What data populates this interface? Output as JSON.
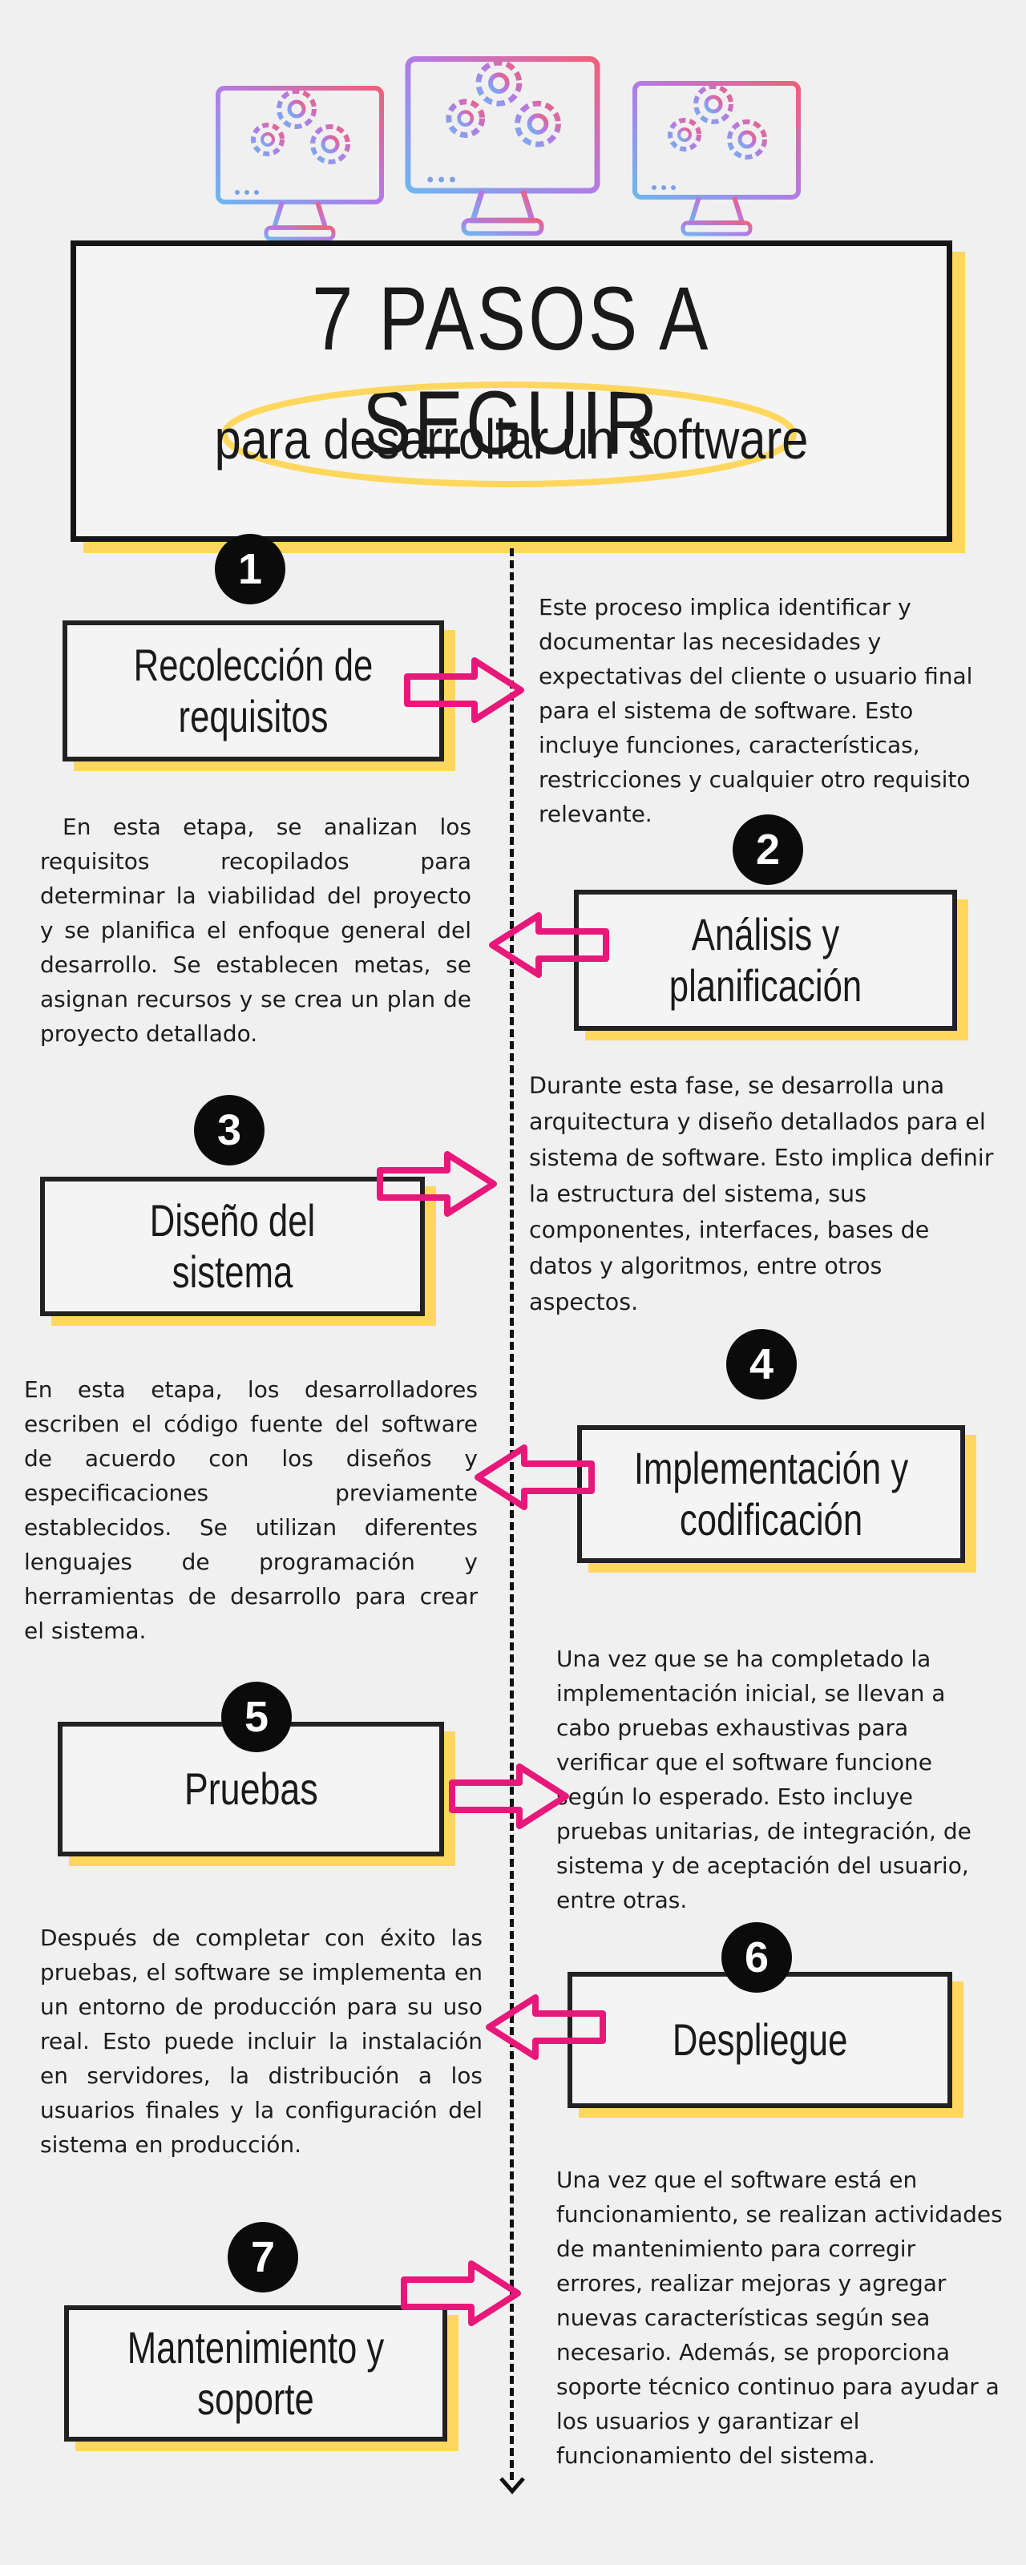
{
  "title": "7 PASOS A SEGUIR",
  "subtitle": "para desarrollar un software",
  "colors": {
    "accent_pink": "#e8187a",
    "highlight_yellow": "#ffd75e",
    "background": "#f0f0f0"
  },
  "icons": [
    "monitor-gears-icon",
    "monitor-gears-icon",
    "monitor-gears-icon"
  ],
  "steps": [
    {
      "number": "1",
      "title": "Recolección de requisitos",
      "description": "Este proceso implica identificar y documentar las necesidades y expectativas del cliente o usuario final para el sistema de software. Esto incluye funciones, características, restricciones y cualquier otro requisito relevante."
    },
    {
      "number": "2",
      "title": "Análisis y planificación",
      "description": "En esta etapa, se analizan los requisitos recopilados para determinar la viabilidad del proyecto y se planifica el enfoque general del desarrollo. Se establecen metas, se asignan recursos y se crea un plan de proyecto detallado."
    },
    {
      "number": "3",
      "title": "Diseño del sistema",
      "description": "Durante esta fase, se desarrolla una arquitectura y diseño detallados para el sistema de software. Esto implica definir la estructura del sistema, sus componentes, interfaces, bases de datos y algoritmos, entre otros aspectos."
    },
    {
      "number": "4",
      "title": "Implementación y codificación",
      "description": "En esta etapa, los desarrolladores escriben el código fuente del software de acuerdo con los diseños y especificaciones previamente establecidos. Se utilizan diferentes lenguajes de programación y herramientas de desarrollo para crear el sistema."
    },
    {
      "number": "5",
      "title": "Pruebas",
      "description": "Una vez que se ha completado la implementación inicial, se llevan a cabo pruebas exhaustivas para verificar que el software funcione según lo esperado. Esto incluye pruebas unitarias, de integración, de sistema y de aceptación del usuario, entre otras."
    },
    {
      "number": "6",
      "title": "Despliegue",
      "description": "Después de completar con éxito las pruebas, el software se implementa en un entorno de producción para su uso real. Esto puede incluir la instalación en servidores, la distribución a los usuarios finales y la configuración del sistema en producción."
    },
    {
      "number": "7",
      "title": "Mantenimiento y soporte",
      "description": "Una vez que el software está en funcionamiento, se realizan actividades de mantenimiento para corregir errores, realizar mejoras y agregar nuevas características según sea necesario. Además, se proporciona soporte técnico continuo para ayudar a los usuarios y garantizar el funcionamiento del sistema."
    }
  ]
}
